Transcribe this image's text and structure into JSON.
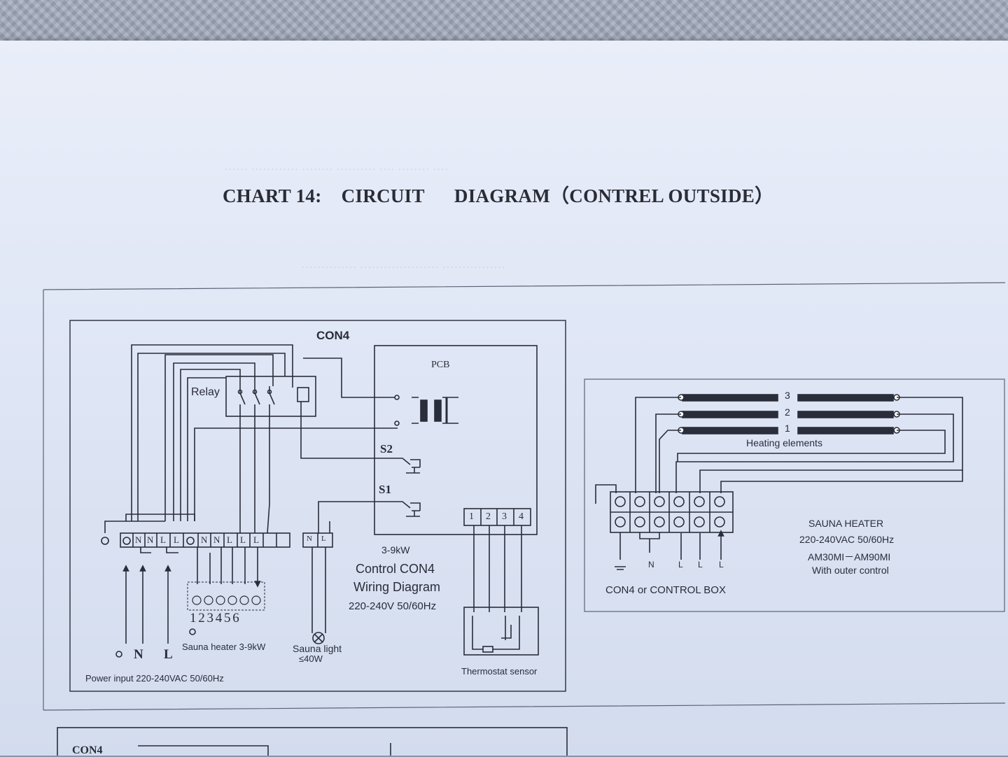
{
  "page_title": {
    "chart": "CHART 14:",
    "circuit": "CIRCUIT",
    "diagram": "DIAGRAM（CONTREL OUTSIDE）"
  },
  "left_diagram": {
    "con4": "CON4",
    "pcb": "PCB",
    "relay": "Relay",
    "s2": "S2",
    "s1": "S1",
    "power_terminals": [
      "N",
      "N",
      "L",
      "L",
      "N",
      "N",
      "L",
      "L",
      "L"
    ],
    "light_terminals": [
      "N",
      "L"
    ],
    "sensor_terminals": [
      "1",
      "2",
      "3",
      "4"
    ],
    "heater_terminals": "1 2 3 4 5 6",
    "power_labels": [
      "N",
      "L"
    ],
    "power_input": "Power input 220-240VAC 50/60Hz",
    "sauna_heater": "Sauna heater  3-9kW",
    "sauna_light": "Sauna light",
    "light_power": "≤40W",
    "power_range": "3-9kW",
    "control_title": "Control CON4",
    "wiring_title": "Wiring Diagram",
    "voltage": "220-240V   50/60Hz",
    "thermostat": "Thermostat sensor"
  },
  "right_diagram": {
    "element_numbers": [
      "3",
      "2",
      "1"
    ],
    "heating_elements": "Heating elements",
    "bottom_terminals": [
      "N",
      "L",
      "L",
      "L"
    ],
    "control_box": "CON4 or  CONTROL  BOX",
    "heater_title": "SAUNA HEATER",
    "heater_voltage": "220-240VAC 50/60Hz",
    "heater_model": "AM30MI－AM90MI",
    "heater_control": "With outer control"
  },
  "bottom_fragment": {
    "con4": "CON4"
  }
}
